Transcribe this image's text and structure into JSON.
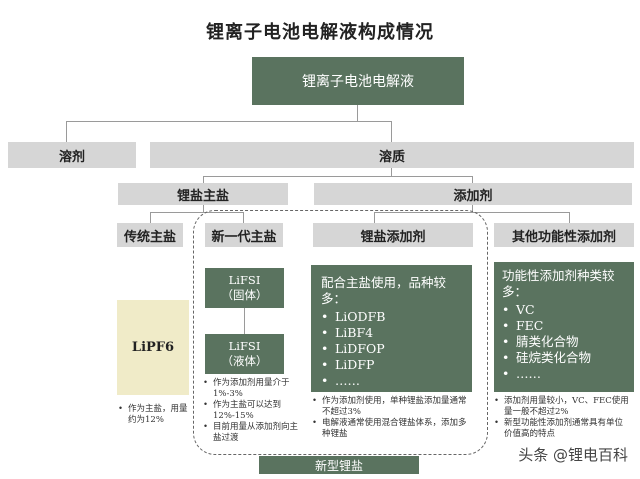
{
  "title": "锂离子电池电解液构成情况",
  "root": "锂离子电池电解液",
  "level1": {
    "solvent": "溶剂",
    "solute": "溶质"
  },
  "level2": {
    "main_salt": "锂盐主盐",
    "additive": "添加剂"
  },
  "level3": {
    "traditional": "传统主盐",
    "new_gen": "新一代主盐",
    "salt_additive": "锂盐添加剂",
    "other_additive": "其他功能性添加剂"
  },
  "lipf6": {
    "name": "LiPF6",
    "notes": [
      "作为主盐，用量约为12%"
    ]
  },
  "lifsi_solid": {
    "line1": "LiFSI",
    "line2": "（固体）"
  },
  "lifsi_liquid": {
    "line1": "LiFSI",
    "line2": "（液体）"
  },
  "new_gen_notes": [
    "作为添加剂用量介于1%-3%",
    "作为主盐可以达到12%-15%",
    "目前用量从添加剂向主盐过渡"
  ],
  "salt_additive_panel": {
    "intro": "配合主盐使用，品种较多：",
    "items": [
      "LiODFB",
      "LiBF4",
      "LiDFOP",
      "LiDFP",
      "……"
    ],
    "notes": [
      "作为添加剂使用，单种锂盐添加量通常不超过3%",
      "电解液通常使用混合锂盐体系，添加多种锂盐"
    ]
  },
  "other_panel": {
    "intro": "功能性添加剂种类较多：",
    "items": [
      "VC",
      "FEC",
      "腈类化合物",
      "硅烷类化合物",
      "……"
    ],
    "notes": [
      "添加剂用量较小，VC、FEC使用量一般不超过2%",
      "新型功能性添加剂通常具有单位价值高的特点"
    ]
  },
  "new_salt_label": "新型锂盐",
  "watermark": "头条 @锂电百科"
}
